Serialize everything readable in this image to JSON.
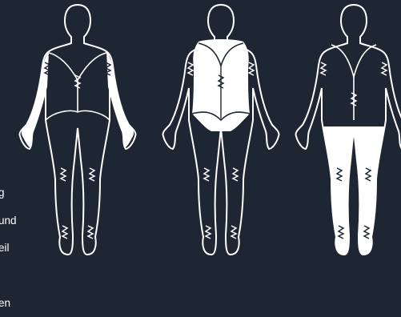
{
  "figures": [
    {
      "name": "figure-left",
      "highlight": "arms"
    },
    {
      "name": "figure-center",
      "highlight": "torso"
    },
    {
      "name": "figure-right",
      "highlight": "legs"
    }
  ],
  "side_text": {
    "lines": [
      "g",
      "und",
      "eil",
      "",
      "en"
    ]
  },
  "colors": {
    "background": "#1e2633",
    "outline": "#ffffff",
    "highlight": "#ffffff"
  },
  "icons": [
    "body-outline-icon",
    "zigzag-stitch-icon"
  ]
}
